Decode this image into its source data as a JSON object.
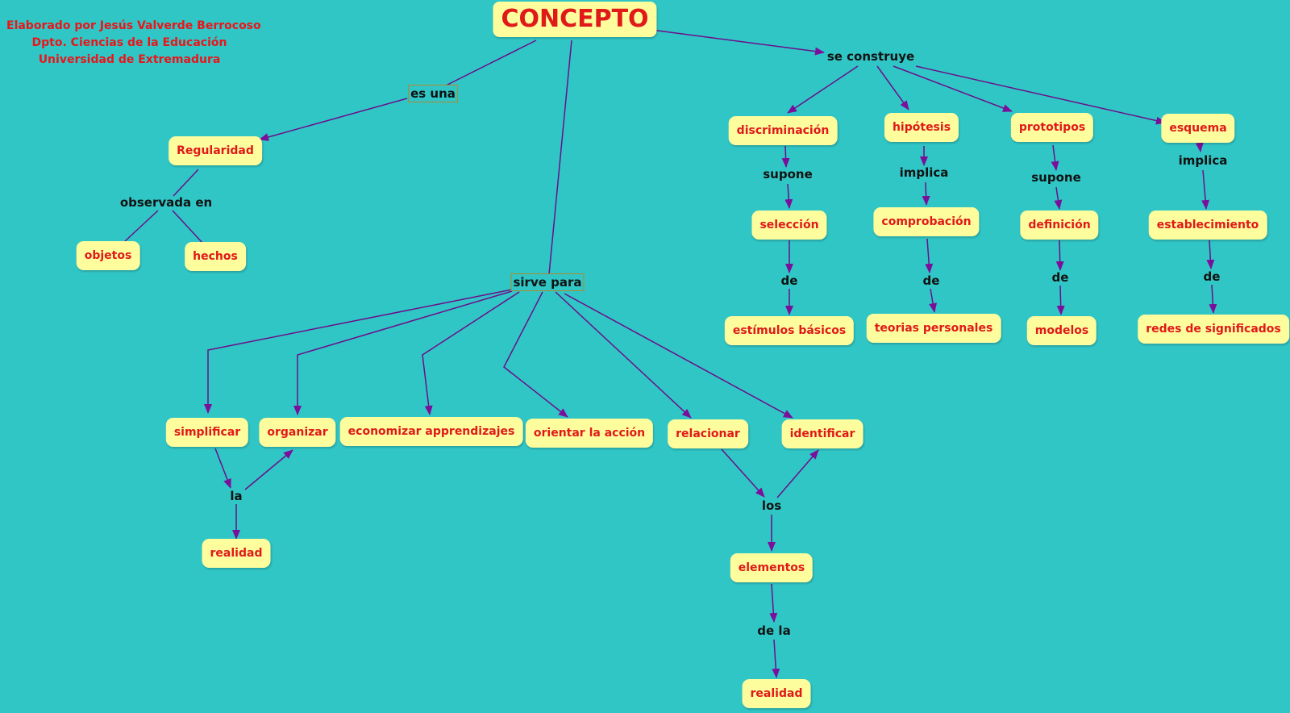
{
  "credit": {
    "line1": "Elaborado por Jesús Valverde Berrocoso",
    "line2": "Dpto. Ciencias de la Educación",
    "line3": "Universidad de Extremadura"
  },
  "colors": {
    "background": "#31c6c6",
    "node_fill": "#fdfd9e",
    "node_text": "#e01919",
    "link_text": "#111111",
    "arrow": "#7a0f9b",
    "plain_line": "#6a0f8a"
  },
  "concepts": {
    "concepto": "CONCEPTO",
    "regularidad": "Regularidad",
    "objetos": "objetos",
    "hechos": "hechos",
    "simplificar": "simplificar",
    "organizar": "organizar",
    "economizar": "economizar apprendizajes",
    "orientar": "orientar la acción",
    "relacionar": "relacionar",
    "identificar": "identificar",
    "realidad1": "realidad",
    "elementos": "elementos",
    "realidad2": "realidad",
    "discriminacion": "discriminación",
    "hipotesis": "hipótesis",
    "prototipos": "prototipos",
    "esquema": "esquema",
    "seleccion": "selección",
    "comprobacion": "comprobación",
    "definicion": "definición",
    "establecimiento": "establecimiento",
    "estimulos": "estímulos básicos",
    "teorias": "teorias personales",
    "modelos": "modelos",
    "redes": "redes de significados"
  },
  "links": {
    "es_una": "es una",
    "observada_en": "observada en",
    "sirve_para": "sirve para",
    "se_construye": "se construye",
    "la": "la",
    "los": "los",
    "de_la": "de la",
    "supone1": "supone",
    "implica1": "implica",
    "supone2": "supone",
    "implica2": "implica",
    "de1": "de",
    "de2": "de",
    "de3": "de",
    "de4": "de"
  }
}
